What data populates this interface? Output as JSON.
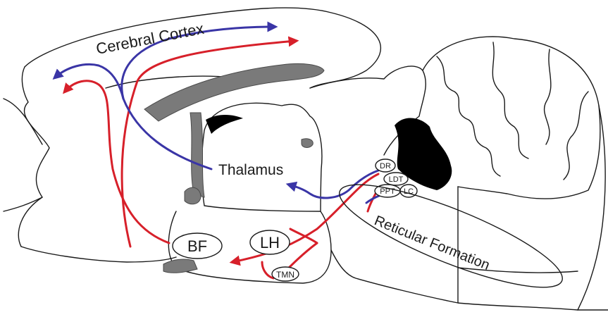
{
  "labels": {
    "cortex": "Cerebral Cortex",
    "thalamus": "Thalamus",
    "reticular": "Reticular Formation",
    "bf": "BF",
    "lh": "LH",
    "tmn": "TMN",
    "dr": "DR",
    "ldt": "LDT",
    "ppt": "PPT",
    "lc": "LC"
  },
  "colors": {
    "red_pathway": "#d7202a",
    "blue_pathway": "#3a35a6",
    "ventricles": "#7a7a7a",
    "outline": "#1a1a1a"
  }
}
